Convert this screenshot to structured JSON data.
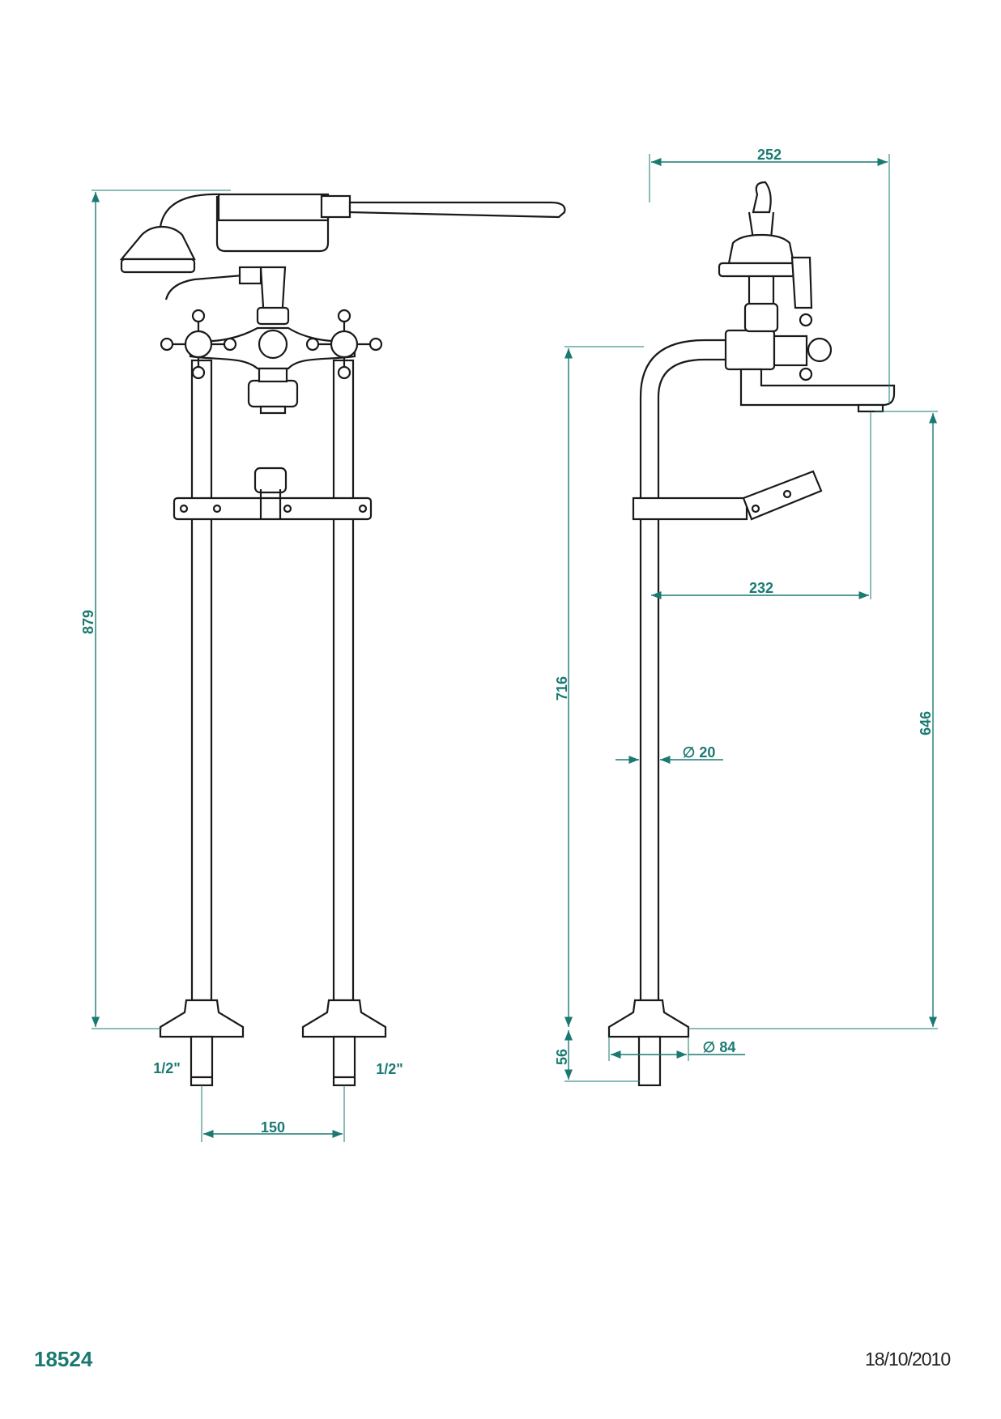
{
  "colors": {
    "dimension": "#1a7a72",
    "outline": "#1a1a1a",
    "background": "#ffffff"
  },
  "front_view": {
    "height_total": "879",
    "pipe_spacing": "150",
    "thread_left": "1/2\"",
    "thread_right": "1/2\""
  },
  "side_view": {
    "overall_depth": "252",
    "spout_reach": "232",
    "inlet_height": "716",
    "spout_height": "646",
    "pipe_diameter": "∅ 20",
    "base_diameter": "∅ 84",
    "tail_length": "56"
  },
  "footer": {
    "product_code": "18524",
    "date": "18/10/2010"
  }
}
